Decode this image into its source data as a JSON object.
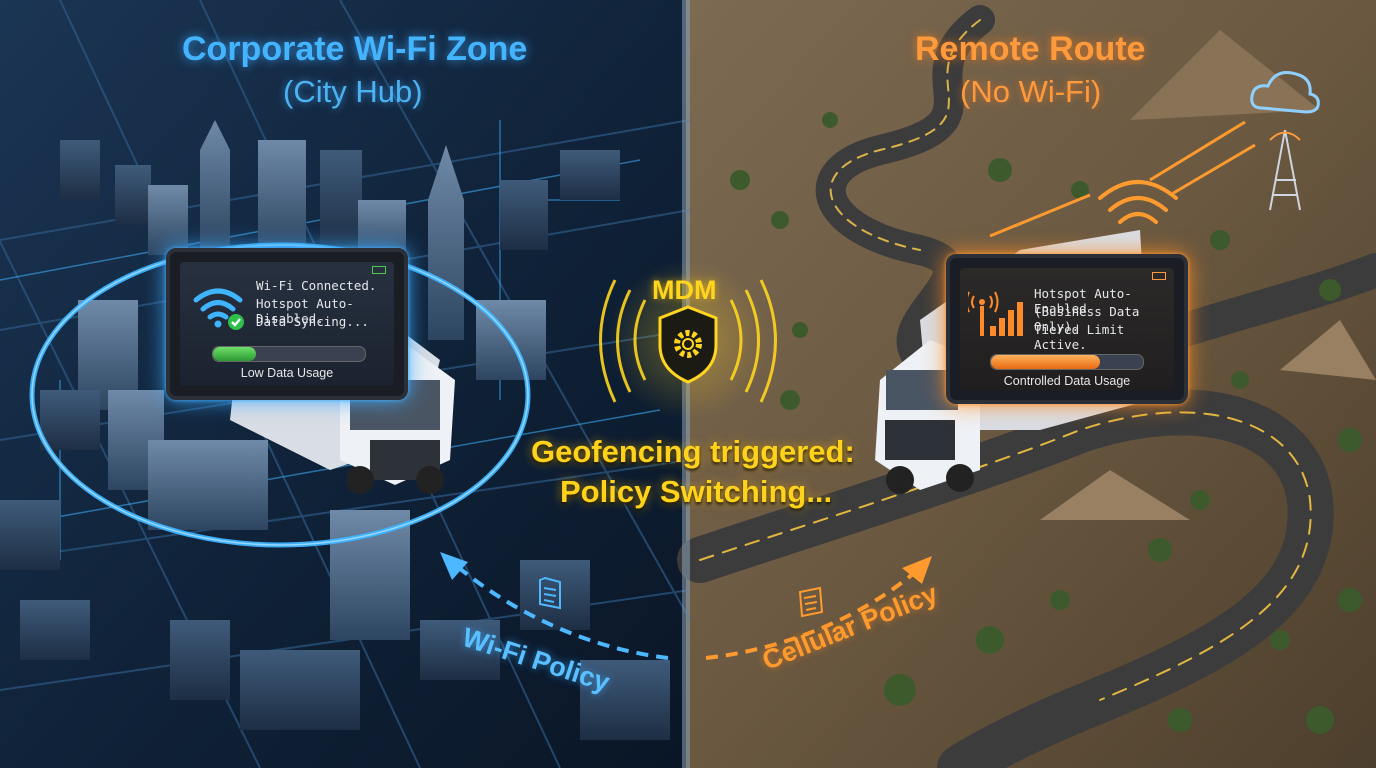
{
  "left_zone": {
    "title": "Corporate Wi-Fi Zone",
    "subtitle": "(City Hub)",
    "accent": "#45b4ff",
    "tablet": {
      "lines": [
        "Wi-Fi Connected.",
        "Hotspot Auto-Disabled.",
        "Data Syncing..."
      ],
      "icon": "wifi-check-icon",
      "usage_label": "Low Data Usage",
      "usage_fraction": 0.28
    },
    "policy_label": "Wi-Fi Policy"
  },
  "center": {
    "mdm_label": "MDM",
    "icon": "shield-gear-icon",
    "message_line1": "Geofencing triggered:",
    "message_line2": "Policy Switching...",
    "accent": "#ffd51f"
  },
  "right_zone": {
    "title": "Remote Route",
    "subtitle": "(No Wi-Fi)",
    "accent": "#ff9a3c",
    "tablet": {
      "lines": [
        "Hotspot Auto-Enabled",
        "(Business Data Only).",
        "Tiered Limit Active."
      ],
      "icon": "cellular-signal-icon",
      "usage_label": "Controlled Data Usage",
      "usage_fraction": 0.72
    },
    "policy_label": "Cellular Policy"
  }
}
